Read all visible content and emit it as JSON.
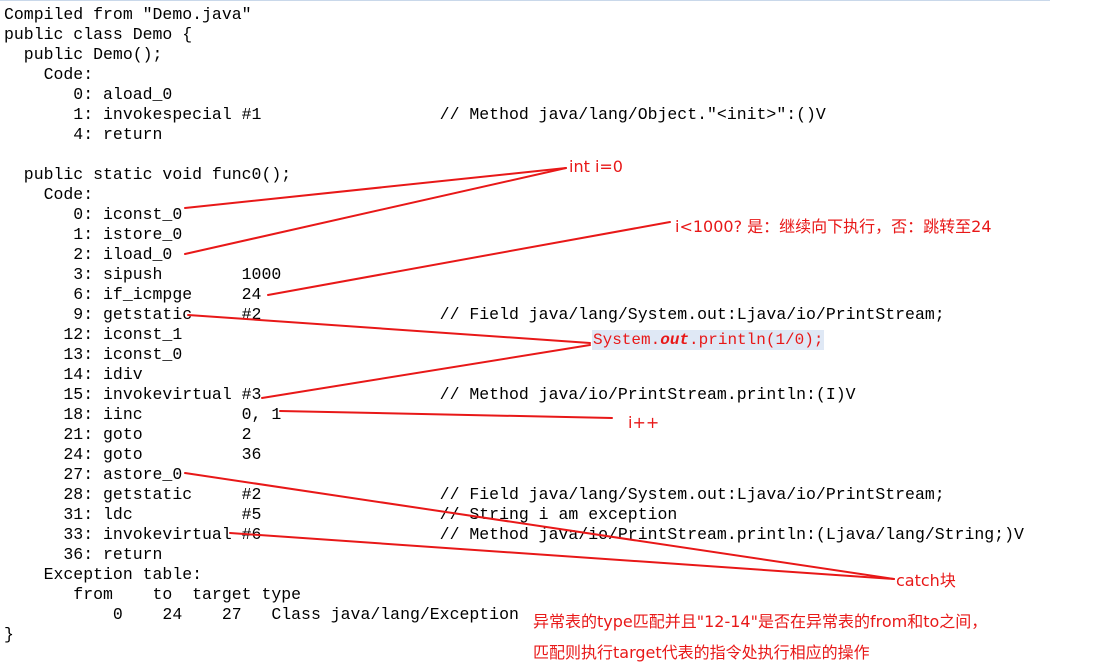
{
  "code_lines": [
    "Compiled from \"Demo.java\"",
    "public class Demo {",
    "  public Demo();",
    "    Code:",
    "       0: aload_0",
    "       1: invokespecial #1                  // Method java/lang/Object.\"<init>\":()V",
    "       4: return",
    "",
    "  public static void func0();",
    "    Code:",
    "       0: iconst_0",
    "       1: istore_0",
    "       2: iload_0",
    "       3: sipush        1000",
    "       6: if_icmpge     24",
    "       9: getstatic     #2                  // Field java/lang/System.out:Ljava/io/PrintStream;",
    "      12: iconst_1",
    "      13: iconst_0",
    "      14: idiv",
    "      15: invokevirtual #3                  // Method java/io/PrintStream.println:(I)V",
    "      18: iinc          0, 1",
    "      21: goto          2",
    "      24: goto          36",
    "      27: astore_0",
    "      28: getstatic     #2                  // Field java/lang/System.out:Ljava/io/PrintStream;",
    "      31: ldc           #5                  // String i am exception",
    "      33: invokevirtual #6                  // Method java/io/PrintStream.println:(Ljava/lang/String;)V",
    "      36: return",
    "    Exception table:",
    "       from    to  target type",
    "           0    24    27   Class java/lang/Exception",
    "}"
  ],
  "annotations": {
    "int_i": "int i=0",
    "loop_check": "i<1000? 是：继续向下执行，否：跳转至24",
    "println_prefix": "System.",
    "println_out": "out",
    "println_suffix": ".println(1/0);",
    "increment": "i++",
    "catch_block": "catch块",
    "exception_note_line1": "异常表的type匹配并且\"12-14\"是否在异常表的from和to之间，",
    "exception_note_line2": "匹配则执行target代表的指令处执行相应的操作"
  },
  "colors": {
    "annotation": "#e81818",
    "highlight": "#dfe8f5",
    "text": "#000000"
  }
}
